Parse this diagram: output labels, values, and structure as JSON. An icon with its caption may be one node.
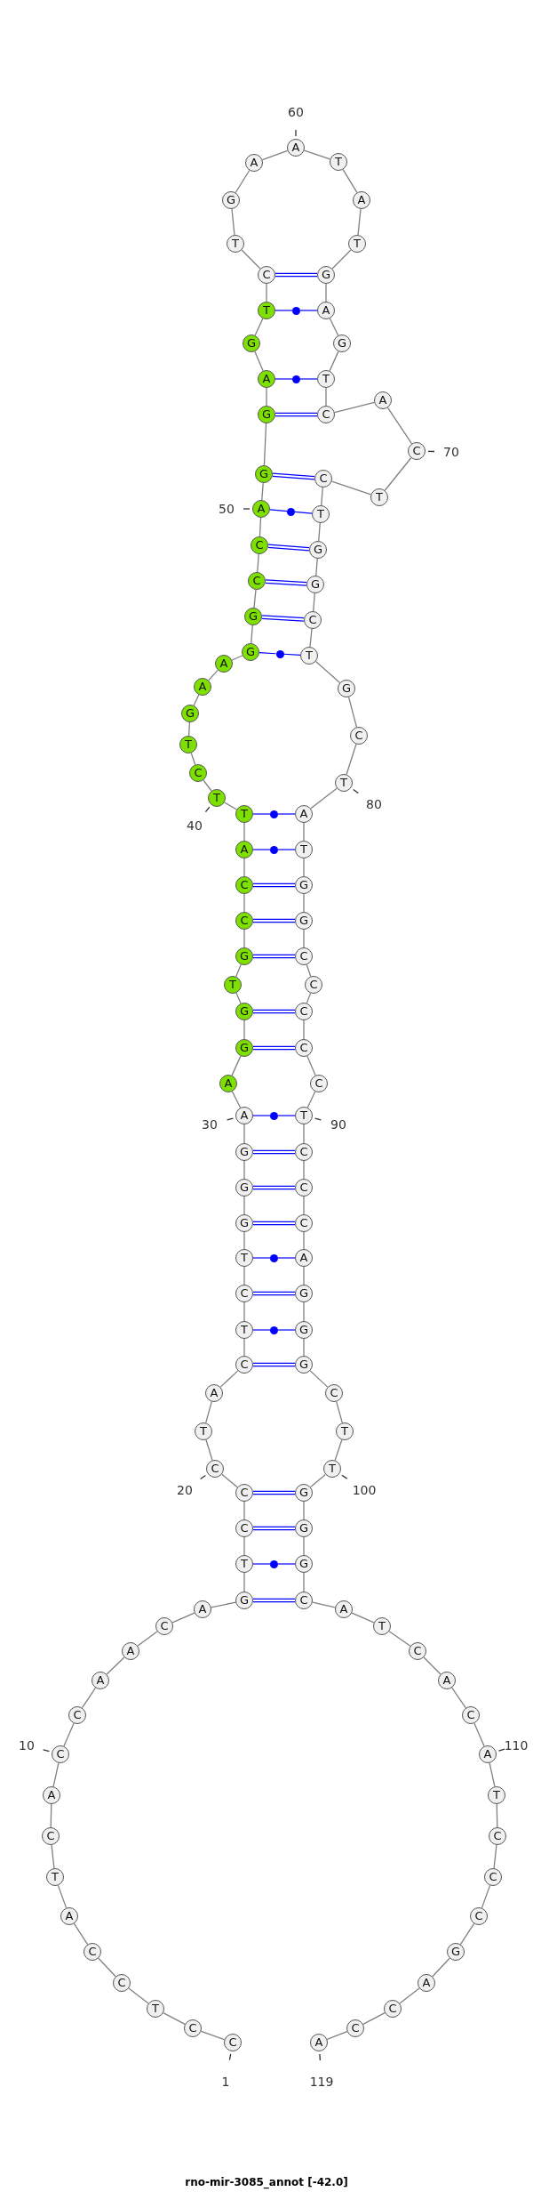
{
  "diagram": {
    "caption": "rno-mir-3085_annot [-42.0]",
    "nodes": [
      {
        "text": [
          "C"
        ],
        "beside": [
          "1"
        ]
      },
      {
        "text": [
          "C"
        ]
      },
      {
        "text": [
          "T"
        ]
      },
      {
        "text": [
          "C"
        ]
      },
      {
        "text": [
          "C"
        ]
      },
      {
        "text": [
          "A"
        ]
      },
      {
        "text": [
          "T"
        ]
      },
      {
        "text": [
          "C"
        ]
      },
      {
        "text": [
          "A"
        ]
      },
      {
        "text": [
          "C"
        ],
        "beside": [
          "10"
        ]
      },
      {
        "text": [
          "C"
        ]
      },
      {
        "text": [
          "A"
        ]
      },
      {
        "text": [
          "A"
        ]
      },
      {
        "text": [
          "C"
        ]
      },
      {
        "text": [
          "A"
        ]
      },
      {
        "text": [
          "G"
        ]
      },
      {
        "text": [
          "T"
        ]
      },
      {
        "text": [
          "C"
        ]
      },
      {
        "text": [
          "C"
        ]
      },
      {
        "text": [
          "C"
        ],
        "beside": [
          "20"
        ]
      },
      {
        "text": [
          "T"
        ]
      },
      {
        "text": [
          "A"
        ]
      },
      {
        "text": [
          "C"
        ]
      },
      {
        "text": [
          "T"
        ]
      },
      {
        "text": [
          "C"
        ]
      },
      {
        "text": [
          "T"
        ]
      },
      {
        "text": [
          "G"
        ]
      },
      {
        "text": [
          "G"
        ]
      },
      {
        "text": [
          "G"
        ]
      },
      {
        "text": [
          "A"
        ],
        "beside": [
          "30"
        ]
      },
      {
        "text": [
          "A"
        ]
      },
      {
        "text": [
          "G"
        ]
      },
      {
        "text": [
          "G"
        ]
      },
      {
        "text": [
          "T"
        ]
      },
      {
        "text": [
          "G"
        ]
      },
      {
        "text": [
          "C"
        ]
      },
      {
        "text": [
          "C"
        ]
      },
      {
        "text": [
          "A"
        ]
      },
      {
        "text": [
          "T"
        ]
      },
      {
        "text": [
          "T"
        ],
        "beside": [
          "40"
        ]
      },
      {
        "text": [
          "C"
        ]
      },
      {
        "text": [
          "T"
        ]
      },
      {
        "text": [
          "G"
        ]
      },
      {
        "text": [
          "A"
        ]
      },
      {
        "text": [
          "A"
        ]
      },
      {
        "text": [
          "G"
        ]
      },
      {
        "text": [
          "G"
        ]
      },
      {
        "text": [
          "C"
        ]
      },
      {
        "text": [
          "C"
        ]
      },
      {
        "text": [
          "A"
        ],
        "beside": [
          "50"
        ]
      },
      {
        "text": [
          "G"
        ]
      },
      {
        "text": [
          "G"
        ]
      },
      {
        "text": [
          "A"
        ]
      },
      {
        "text": [
          "G"
        ]
      },
      {
        "text": [
          "T"
        ]
      },
      {
        "text": [
          "C"
        ]
      },
      {
        "text": [
          "T"
        ]
      },
      {
        "text": [
          "G"
        ]
      },
      {
        "text": [
          "A"
        ]
      },
      {
        "text": [
          "A"
        ],
        "beside": [
          "60"
        ]
      },
      {
        "text": [
          "T"
        ]
      },
      {
        "text": [
          "A"
        ]
      },
      {
        "text": [
          "T"
        ]
      },
      {
        "text": [
          "G"
        ]
      },
      {
        "text": [
          "A"
        ]
      },
      {
        "text": [
          "G"
        ]
      },
      {
        "text": [
          "T"
        ]
      },
      {
        "text": [
          "C"
        ]
      },
      {
        "text": [
          "A"
        ]
      },
      {
        "text": [
          "C"
        ],
        "beside": [
          "70"
        ]
      },
      {
        "text": [
          "T"
        ]
      },
      {
        "text": [
          "C"
        ]
      },
      {
        "text": [
          "T"
        ]
      },
      {
        "text": [
          "G"
        ]
      },
      {
        "text": [
          "G"
        ]
      },
      {
        "text": [
          "C"
        ]
      },
      {
        "text": [
          "T"
        ]
      },
      {
        "text": [
          "G"
        ]
      },
      {
        "text": [
          "C"
        ]
      },
      {
        "text": [
          "T"
        ],
        "beside": [
          "80"
        ]
      },
      {
        "text": [
          "A"
        ]
      },
      {
        "text": [
          "T"
        ]
      },
      {
        "text": [
          "G"
        ]
      },
      {
        "text": [
          "G"
        ]
      },
      {
        "text": [
          "C"
        ]
      },
      {
        "text": [
          "C"
        ]
      },
      {
        "text": [
          "C"
        ]
      },
      {
        "text": [
          "C"
        ]
      },
      {
        "text": [
          "C"
        ]
      },
      {
        "text": [
          "T"
        ],
        "beside": [
          "90"
        ]
      },
      {
        "text": [
          "C"
        ]
      },
      {
        "text": [
          "C"
        ]
      },
      {
        "text": [
          "C"
        ]
      },
      {
        "text": [
          "A"
        ]
      },
      {
        "text": [
          "G"
        ]
      },
      {
        "text": [
          "G"
        ]
      },
      {
        "text": [
          "G"
        ]
      },
      {
        "text": [
          "C"
        ]
      },
      {
        "text": [
          "T"
        ]
      },
      {
        "text": [
          "T"
        ],
        "beside": [
          "100"
        ]
      },
      {
        "text": [
          "G"
        ]
      },
      {
        "text": [
          "G"
        ]
      },
      {
        "text": [
          "G"
        ]
      },
      {
        "text": [
          "C"
        ]
      },
      {
        "text": [
          "A"
        ]
      },
      {
        "text": [
          "T"
        ]
      },
      {
        "text": [
          "C"
        ]
      },
      {
        "text": [
          "A"
        ]
      },
      {
        "text": [
          "C"
        ]
      },
      {
        "text": [
          "A"
        ],
        "beside": [
          "110"
        ]
      },
      {
        "text": [
          "T"
        ]
      },
      {
        "text": [
          "C"
        ]
      },
      {
        "text": [
          "C"
        ]
      },
      {
        "text": [
          "C"
        ]
      },
      {
        "text": [
          "G"
        ]
      },
      {
        "text": [
          "A"
        ]
      },
      {
        "text": [
          "C"
        ]
      },
      {
        "text": [
          "C"
        ]
      },
      {
        "text": [
          "A"
        ],
        "beside": [
          "119"
        ]
      },
      {
        "text": [],
        "shape": "circle"
      },
      {
        "text": [],
        "shape": "circle"
      },
      {
        "text": [],
        "shape": "circle"
      },
      {
        "text": [],
        "shape": "circle"
      },
      {
        "text": [],
        "shape": "circle"
      },
      {
        "text": [],
        "shape": "circle"
      },
      {
        "text": [],
        "shape": "circle"
      },
      {
        "text": [],
        "shape": "circle"
      },
      {
        "text": [],
        "shape": "circle"
      },
      {
        "text": [],
        "shape": "circle"
      }
    ],
    "edges": [
      {
        "from": 0,
        "to": 1,
        "arrow": "none"
      },
      {
        "from": 1,
        "to": 2,
        "arrow": "none"
      },
      {
        "from": 2,
        "to": 3,
        "arrow": "none"
      },
      {
        "from": 3,
        "to": 4,
        "arrow": "none"
      },
      {
        "from": 4,
        "to": 5,
        "arrow": "none"
      },
      {
        "from": 5,
        "to": 6,
        "arrow": "none"
      },
      {
        "from": 6,
        "to": 7,
        "arrow": "none"
      },
      {
        "from": 7,
        "to": 8,
        "arrow": "none"
      },
      {
        "from": 8,
        "to": 9,
        "arrow": "none"
      },
      {
        "from": 9,
        "to": 10,
        "arrow": "none"
      },
      {
        "from": 10,
        "to": 11,
        "arrow": "none"
      },
      {
        "from": 11,
        "to": 12,
        "arrow": "none"
      },
      {
        "from": 12,
        "to": 13,
        "arrow": "none"
      },
      {
        "from": 13,
        "to": 14,
        "arrow": "none"
      },
      {
        "from": 14,
        "to": 15,
        "arrow": "none"
      },
      {
        "from": 15,
        "to": 16,
        "arrow": "none"
      },
      {
        "from": 16,
        "to": 17,
        "arrow": "none"
      },
      {
        "from": 17,
        "to": 18,
        "arrow": "none"
      },
      {
        "from": 18,
        "to": 19,
        "arrow": "none"
      },
      {
        "from": 19,
        "to": 20,
        "arrow": "none"
      },
      {
        "from": 20,
        "to": 21,
        "arrow": "none"
      },
      {
        "from": 21,
        "to": 22,
        "arrow": "none"
      },
      {
        "from": 22,
        "to": 23,
        "arrow": "none"
      },
      {
        "from": 23,
        "to": 24,
        "arrow": "none"
      },
      {
        "from": 24,
        "to": 25,
        "arrow": "none"
      },
      {
        "from": 25,
        "to": 26,
        "arrow": "none"
      },
      {
        "from": 26,
        "to": 27,
        "arrow": "none"
      },
      {
        "from": 27,
        "to": 28,
        "arrow": "none"
      },
      {
        "from": 28,
        "to": 29,
        "arrow": "none"
      },
      {
        "from": 29,
        "to": 30,
        "arrow": "none"
      },
      {
        "from": 30,
        "to": 31,
        "arrow": "none"
      },
      {
        "from": 31,
        "to": 32,
        "arrow": "none"
      },
      {
        "from": 32,
        "to": 33,
        "arrow": "none"
      },
      {
        "from": 33,
        "to": 34,
        "arrow": "none"
      },
      {
        "from": 34,
        "to": 35,
        "arrow": "none"
      },
      {
        "from": 35,
        "to": 36,
        "arrow": "none"
      },
      {
        "from": 36,
        "to": 37,
        "arrow": "none"
      },
      {
        "from": 37,
        "to": 38,
        "arrow": "none"
      },
      {
        "from": 38,
        "to": 39,
        "arrow": "none"
      },
      {
        "from": 39,
        "to": 40,
        "arrow": "none"
      },
      {
        "from": 40,
        "to": 41,
        "arrow": "none"
      },
      {
        "from": 41,
        "to": 42,
        "arrow": "none"
      },
      {
        "from": 42,
        "to": 43,
        "arrow": "none"
      },
      {
        "from": 43,
        "to": 44,
        "arrow": "none"
      },
      {
        "from": 44,
        "to": 45,
        "arrow": "none"
      },
      {
        "from": 45,
        "to": 46,
        "arrow": "none"
      },
      {
        "from": 46,
        "to": 47,
        "arrow": "none"
      },
      {
        "from": 47,
        "to": 48,
        "arrow": "none"
      },
      {
        "from": 48,
        "to": 49,
        "arrow": "none"
      },
      {
        "from": 49,
        "to": 50,
        "arrow": "none"
      },
      {
        "from": 50,
        "to": 51,
        "arrow": "none"
      },
      {
        "from": 51,
        "to": 52,
        "arrow": "none"
      },
      {
        "from": 52,
        "to": 53,
        "arrow": "none"
      },
      {
        "from": 53,
        "to": 54,
        "arrow": "none"
      },
      {
        "from": 54,
        "to": 55,
        "arrow": "none"
      },
      {
        "from": 55,
        "to": 56,
        "arrow": "none"
      },
      {
        "from": 56,
        "to": 57,
        "arrow": "none"
      },
      {
        "from": 57,
        "to": 58,
        "arrow": "none"
      },
      {
        "from": 58,
        "to": 59,
        "arrow": "none"
      },
      {
        "from": 59,
        "to": 60,
        "arrow": "none"
      },
      {
        "from": 60,
        "to": 61,
        "arrow": "none"
      },
      {
        "from": 61,
        "to": 62,
        "arrow": "none"
      },
      {
        "from": 62,
        "to": 63,
        "arrow": "none"
      },
      {
        "from": 63,
        "to": 64,
        "arrow": "none"
      },
      {
        "from": 64,
        "to": 65,
        "arrow": "none"
      },
      {
        "from": 65,
        "to": 66,
        "arrow": "none"
      },
      {
        "from": 66,
        "to": 67,
        "arrow": "none"
      },
      {
        "from": 67,
        "to": 68,
        "arrow": "none"
      },
      {
        "from": 68,
        "to": 69,
        "arrow": "none"
      },
      {
        "from": 69,
        "to": 70,
        "arrow": "none"
      },
      {
        "from": 70,
        "to": 71,
        "arrow": "none"
      },
      {
        "from": 71,
        "to": 72,
        "arrow": "none"
      },
      {
        "from": 72,
        "to": 73,
        "arrow": "none"
      },
      {
        "from": 73,
        "to": 74,
        "arrow": "none"
      },
      {
        "from": 74,
        "to": 75,
        "arrow": "none"
      },
      {
        "from": 75,
        "to": 76,
        "arrow": "none"
      },
      {
        "from": 76,
        "to": 77,
        "arrow": "none"
      },
      {
        "from": 77,
        "to": 78,
        "arrow": "none"
      },
      {
        "from": 78,
        "to": 79,
        "arrow": "none"
      },
      {
        "from": 79,
        "to": 80,
        "arrow": "none"
      },
      {
        "from": 80,
        "to": 81,
        "arrow": "none"
      },
      {
        "from": 81,
        "to": 82,
        "arrow": "none"
      },
      {
        "from": 82,
        "to": 83,
        "arrow": "none"
      },
      {
        "from": 83,
        "to": 84,
        "arrow": "none"
      },
      {
        "from": 84,
        "to": 85,
        "arrow": "none"
      },
      {
        "from": 85,
        "to": 86,
        "arrow": "none"
      },
      {
        "from": 86,
        "to": 87,
        "arrow": "none"
      },
      {
        "from": 87,
        "to": 88,
        "arrow": "none"
      },
      {
        "from": 88,
        "to": 89,
        "arrow": "none"
      },
      {
        "from": 89,
        "to": 90,
        "arrow": "none"
      },
      {
        "from": 90,
        "to": 91,
        "arrow": "none"
      },
      {
        "from": 91,
        "to": 92,
        "arrow": "none"
      },
      {
        "from": 92,
        "to": 93,
        "arrow": "none"
      },
      {
        "from": 93,
        "to": 94,
        "arrow": "none"
      },
      {
        "from": 94,
        "to": 95,
        "arrow": "none"
      },
      {
        "from": 95,
        "to": 96,
        "arrow": "none"
      },
      {
        "from": 96,
        "to": 97,
        "arrow": "none"
      },
      {
        "from": 97,
        "to": 98,
        "arrow": "none"
      },
      {
        "from": 98,
        "to": 99,
        "arrow": "none"
      },
      {
        "from": 99,
        "to": 100,
        "arrow": "none"
      },
      {
        "from": 100,
        "to": 101,
        "arrow": "none"
      },
      {
        "from": 101,
        "to": 102,
        "arrow": "none"
      },
      {
        "from": 102,
        "to": 103,
        "arrow": "none"
      },
      {
        "from": 103,
        "to": 104,
        "arrow": "none"
      },
      {
        "from": 104,
        "to": 105,
        "arrow": "none"
      },
      {
        "from": 105,
        "to": 106,
        "arrow": "none"
      },
      {
        "from": 106,
        "to": 107,
        "arrow": "none"
      },
      {
        "from": 107,
        "to": 108,
        "arrow": "none"
      },
      {
        "from": 108,
        "to": 109,
        "arrow": "none"
      },
      {
        "from": 109,
        "to": 110,
        "arrow": "none"
      },
      {
        "from": 110,
        "to": 111,
        "arrow": "none"
      },
      {
        "from": 111,
        "to": 112,
        "arrow": "none"
      },
      {
        "from": 112,
        "to": 113,
        "arrow": "none"
      },
      {
        "from": 113,
        "to": 114,
        "arrow": "none"
      },
      {
        "from": 114,
        "to": 115,
        "arrow": "none"
      },
      {
        "from": 115,
        "to": 116,
        "arrow": "none"
      },
      {
        "from": 116,
        "to": 117,
        "arrow": "none"
      },
      {
        "from": 117,
        "to": 118,
        "arrow": "none"
      },
      {
        "from": 15,
        "to": 103,
        "arrow": "none",
        "color": "#0000ff"
      },
      {
        "from": 16,
        "to": 128,
        "arrow": "none",
        "color": "#0000ff"
      },
      {
        "from": 128,
        "to": 102,
        "arrow": "none",
        "color": "#0000ff"
      },
      {
        "from": 17,
        "to": 101,
        "arrow": "none",
        "color": "#0000ff"
      },
      {
        "from": 18,
        "to": 100,
        "arrow": "none",
        "color": "#0000ff"
      },
      {
        "from": 22,
        "to": 96,
        "arrow": "none",
        "color": "#0000ff"
      },
      {
        "from": 23,
        "to": 127,
        "arrow": "none",
        "color": "#0000ff"
      },
      {
        "from": 127,
        "to": 95,
        "arrow": "none",
        "color": "#0000ff"
      },
      {
        "from": 24,
        "to": 94,
        "arrow": "none",
        "color": "#0000ff"
      },
      {
        "from": 25,
        "to": 126,
        "arrow": "none",
        "color": "#0000ff"
      },
      {
        "from": 126,
        "to": 93,
        "arrow": "none",
        "color": "#0000ff"
      },
      {
        "from": 26,
        "to": 92,
        "arrow": "none",
        "color": "#0000ff"
      },
      {
        "from": 27,
        "to": 91,
        "arrow": "none",
        "color": "#0000ff"
      },
      {
        "from": 28,
        "to": 90,
        "arrow": "none",
        "color": "#0000ff"
      },
      {
        "from": 29,
        "to": 125,
        "arrow": "none",
        "color": "#0000ff"
      },
      {
        "from": 125,
        "to": 89,
        "arrow": "none",
        "color": "#0000ff"
      },
      {
        "from": 31,
        "to": 87,
        "arrow": "none",
        "color": "#0000ff"
      },
      {
        "from": 32,
        "to": 86,
        "arrow": "none",
        "color": "#0000ff"
      },
      {
        "from": 34,
        "to": 84,
        "arrow": "none",
        "color": "#0000ff"
      },
      {
        "from": 35,
        "to": 83,
        "arrow": "none",
        "color": "#0000ff"
      },
      {
        "from": 36,
        "to": 82,
        "arrow": "none",
        "color": "#0000ff"
      },
      {
        "from": 37,
        "to": 124,
        "arrow": "none",
        "color": "#0000ff"
      },
      {
        "from": 124,
        "to": 81,
        "arrow": "none",
        "color": "#0000ff"
      },
      {
        "from": 38,
        "to": 123,
        "arrow": "none",
        "color": "#0000ff"
      },
      {
        "from": 123,
        "to": 80,
        "arrow": "none",
        "color": "#0000ff"
      },
      {
        "from": 45,
        "to": 122,
        "arrow": "none",
        "color": "#0000ff"
      },
      {
        "from": 122,
        "to": 76,
        "arrow": "none",
        "color": "#0000ff"
      },
      {
        "from": 46,
        "to": 75,
        "arrow": "none",
        "color": "#0000ff"
      },
      {
        "from": 47,
        "to": 74,
        "arrow": "none",
        "color": "#0000ff"
      },
      {
        "from": 48,
        "to": 73,
        "arrow": "none",
        "color": "#0000ff"
      },
      {
        "from": 49,
        "to": 121,
        "arrow": "none",
        "color": "#0000ff"
      },
      {
        "from": 121,
        "to": 72,
        "arrow": "none",
        "color": "#0000ff"
      },
      {
        "from": 50,
        "to": 71,
        "arrow": "none",
        "color": "#0000ff"
      },
      {
        "from": 51,
        "to": 67,
        "arrow": "none",
        "color": "#0000ff"
      },
      {
        "from": 52,
        "to": 120,
        "arrow": "none",
        "color": "#0000ff"
      },
      {
        "from": 120,
        "to": 66,
        "arrow": "none",
        "color": "#0000ff"
      },
      {
        "from": 54,
        "to": 119,
        "arrow": "none",
        "color": "#0000ff"
      },
      {
        "from": 119,
        "to": 64,
        "arrow": "none",
        "color": "#0000ff"
      },
      {
        "from": 55,
        "to": 63,
        "arrow": "none",
        "color": "#0000ff"
      }
    ]
  }
}
